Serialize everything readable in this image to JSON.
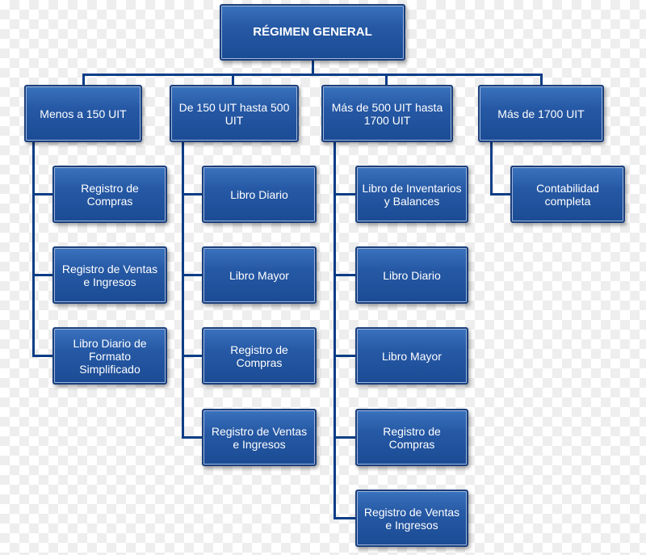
{
  "root": {
    "label": "RÉGIMEN GENERAL"
  },
  "columns": [
    {
      "label": "Menos a 150 UIT",
      "items": [
        "Registro de Compras",
        "Registro de Ventas e Ingresos",
        "Libro Diario de Formato Simplificado"
      ]
    },
    {
      "label": "De 150 UIT hasta 500 UIT",
      "items": [
        "Libro Diario",
        "Libro Mayor",
        "Registro de Compras",
        "Registro de Ventas e Ingresos"
      ]
    },
    {
      "label": "Más de 500 UIT hasta 1700 UIT",
      "items": [
        "Libro de Inventarios y Balances",
        "Libro Diario",
        "Libro Mayor",
        "Registro de Compras",
        "Registro de Ventas e Ingresos"
      ]
    },
    {
      "label": "Más de 1700 UIT",
      "items": [
        "Contabilidad completa"
      ]
    }
  ],
  "colors": {
    "box": "#2659a5",
    "line": "#0b3d86"
  }
}
